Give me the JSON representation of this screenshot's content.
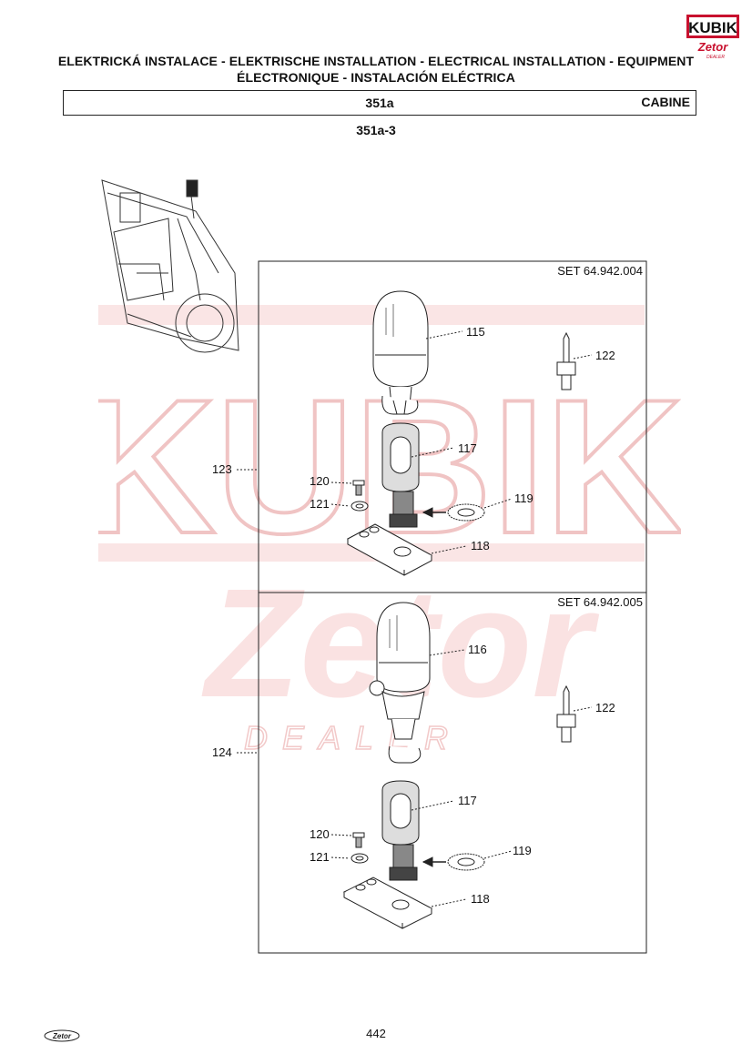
{
  "header": {
    "title_line1": "ELEKTRICKÁ INSTALACE - ELEKTRISCHE INSTALLATION - ELECTRICAL INSTALLATION - EQUIPMENT",
    "title_line2": "ÉLECTRONIQUE - INSTALACIÓN ELÉCTRICA",
    "section_code": "351a",
    "section_name": "CABINE",
    "subsection_code": "351a-3"
  },
  "logos": {
    "brand_top": "KUBIK",
    "brand_top_sub": "Zetor",
    "brand_top_sub2": "DEALER",
    "brand_bottom": "Zetor"
  },
  "watermark": {
    "word1": "KUBIK",
    "word2": "Zetor",
    "word3": "DEALER",
    "color": "#f4c7c7"
  },
  "sets": [
    {
      "title": "SET 64.942.004",
      "set_label": "123",
      "parts": {
        "lamp": "115",
        "pin": "122",
        "bracket": "117",
        "bolt": "120",
        "washer": "121",
        "lock_washer": "119",
        "plate": "118"
      }
    },
    {
      "title": "SET 64.942.005",
      "set_label": "124",
      "parts": {
        "lamp": "116",
        "pin": "122",
        "bracket": "117",
        "bolt": "120",
        "washer": "121",
        "lock_washer": "119",
        "plate": "118"
      }
    }
  ],
  "footer": {
    "page_number": "442"
  }
}
